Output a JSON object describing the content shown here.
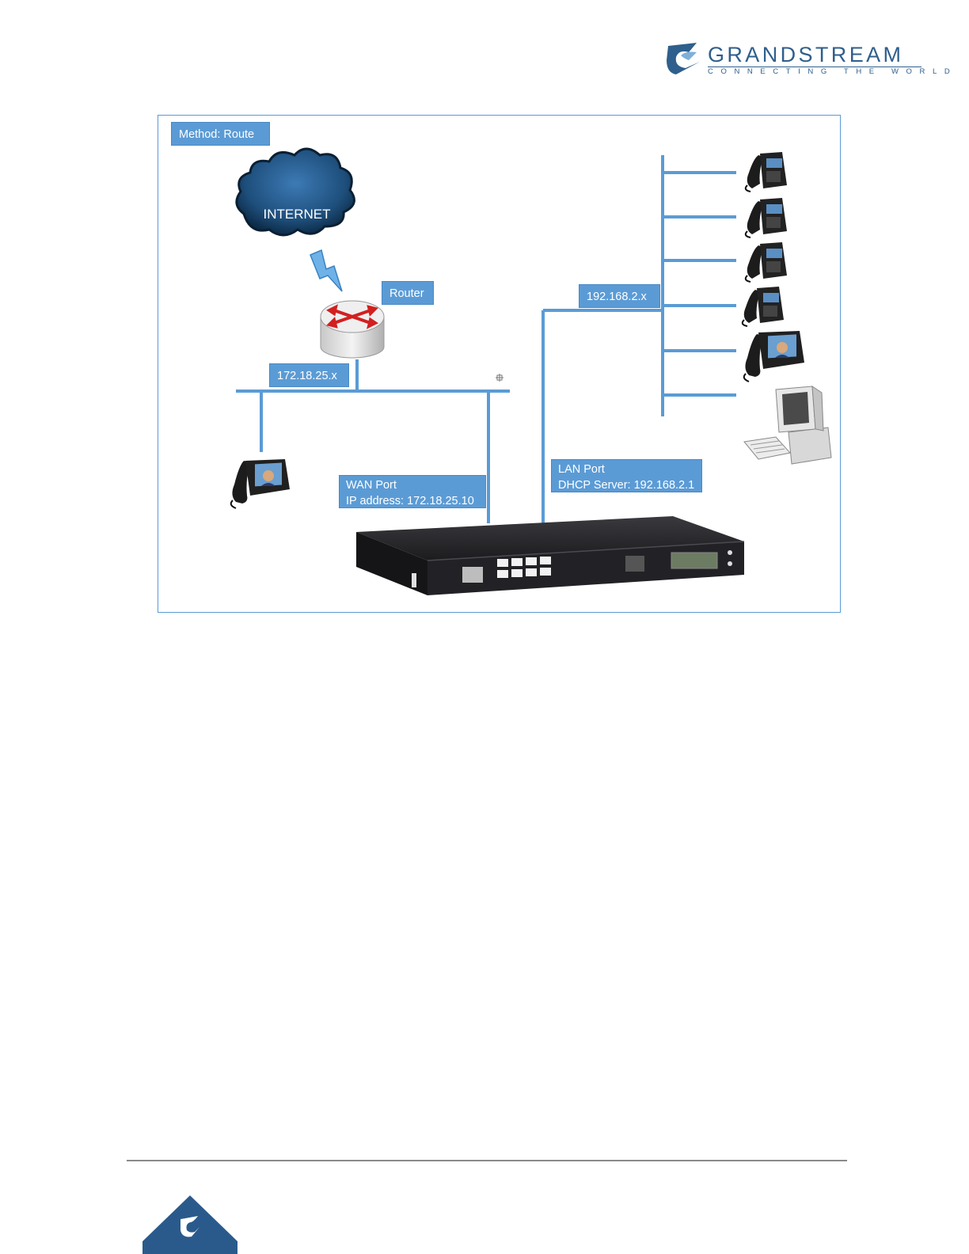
{
  "header": {
    "brand_name": "GRANDSTREAM",
    "brand_tagline": "CONNECTING THE WORLD",
    "brand_color": "#2f5f8c"
  },
  "diagram": {
    "label_color": "#5b9bd5",
    "method_label": "Method: Route",
    "cloud_label": "INTERNET",
    "router_label": "Router",
    "wan_subnet_label": "172.18.25.x",
    "lan_subnet_label": "192.168.2.x",
    "wan_port_title": "WAN Port",
    "wan_port_ip": "IP address: 172.18.25.10",
    "lan_port_title": "LAN Port",
    "lan_port_dhcp": "DHCP Server: 192.168.2.1"
  },
  "icons": [
    "grandstream-logo-icon",
    "internet-cloud-icon",
    "lightning-icon",
    "router-icon",
    "video-phone-icon",
    "ip-phone-icon",
    "desktop-computer-icon",
    "pbx-appliance-icon",
    "crosshair-icon"
  ]
}
